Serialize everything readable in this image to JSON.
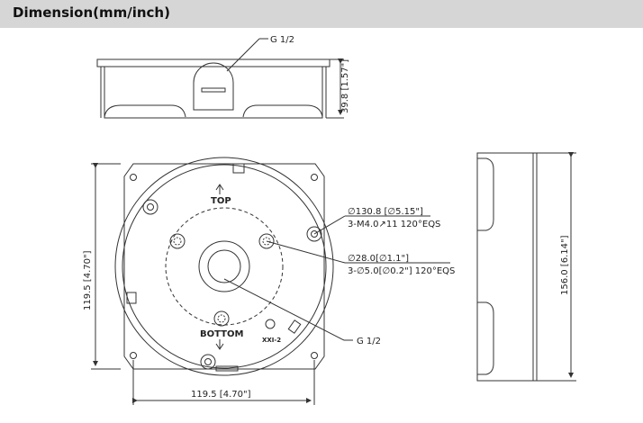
{
  "header": {
    "title": "Dimension(mm/inch)"
  },
  "top_view": {
    "thread_label": "G 1/2",
    "height_dim": "39.8 [1.57\"]"
  },
  "front_view": {
    "top_marker": "TOP",
    "bottom_marker": "BOTTOM",
    "hole_circle_dia": "∅130.8 [∅5.15\"]",
    "mount_screw": "3-M4.0↗11 120°EQS",
    "center_hole_dia": "∅28.0[∅1.1\"]",
    "small_holes": "3-∅5.0[∅0.2\"] 120°EQS",
    "bottom_thread": "G 1/2",
    "marking_text": "XXI-2",
    "height_dim": "119.5 [4.70\"]",
    "width_dim": "119.5 [4.70\"]"
  },
  "side_view": {
    "height_dim": "156.0 [6.14\"]"
  }
}
